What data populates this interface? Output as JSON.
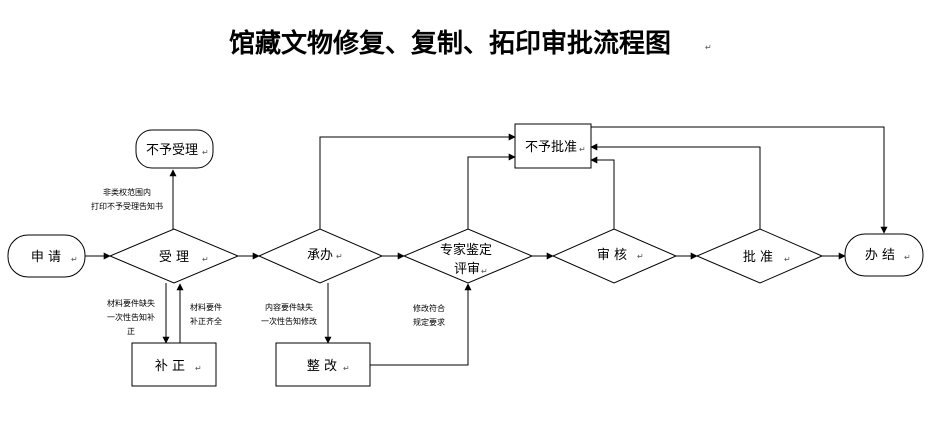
{
  "title": "馆藏文物修复、复制、拓印审批流程图",
  "para_mark": "↵",
  "nodes": {
    "apply": "申  请",
    "accept": "受  理",
    "not_accept": "不予受理",
    "supplement": "补  正",
    "undertake": "承办",
    "rectify": "整  改",
    "expert_line1": "专家鉴定",
    "expert_line2": "评审",
    "review": "审  核",
    "approve": "批  准",
    "not_approve": "不予批准",
    "finish": "办  结"
  },
  "annotations": {
    "not_accept_line1": "非类权范围内",
    "not_accept_line2": "打印不予受理告知书",
    "supp_req_line1": "材料要件缺失",
    "supp_req_line2": "一次性告知补",
    "supp_req_line3": "正",
    "supp_done_line1": "材料要件",
    "supp_done_line2": "补正齐全",
    "rectify_req_line1": "内容要件缺失",
    "rectify_req_line2": "一次性告知修改",
    "rectify_done_line1": "修改符合",
    "rectify_done_line2": "规定要求"
  }
}
